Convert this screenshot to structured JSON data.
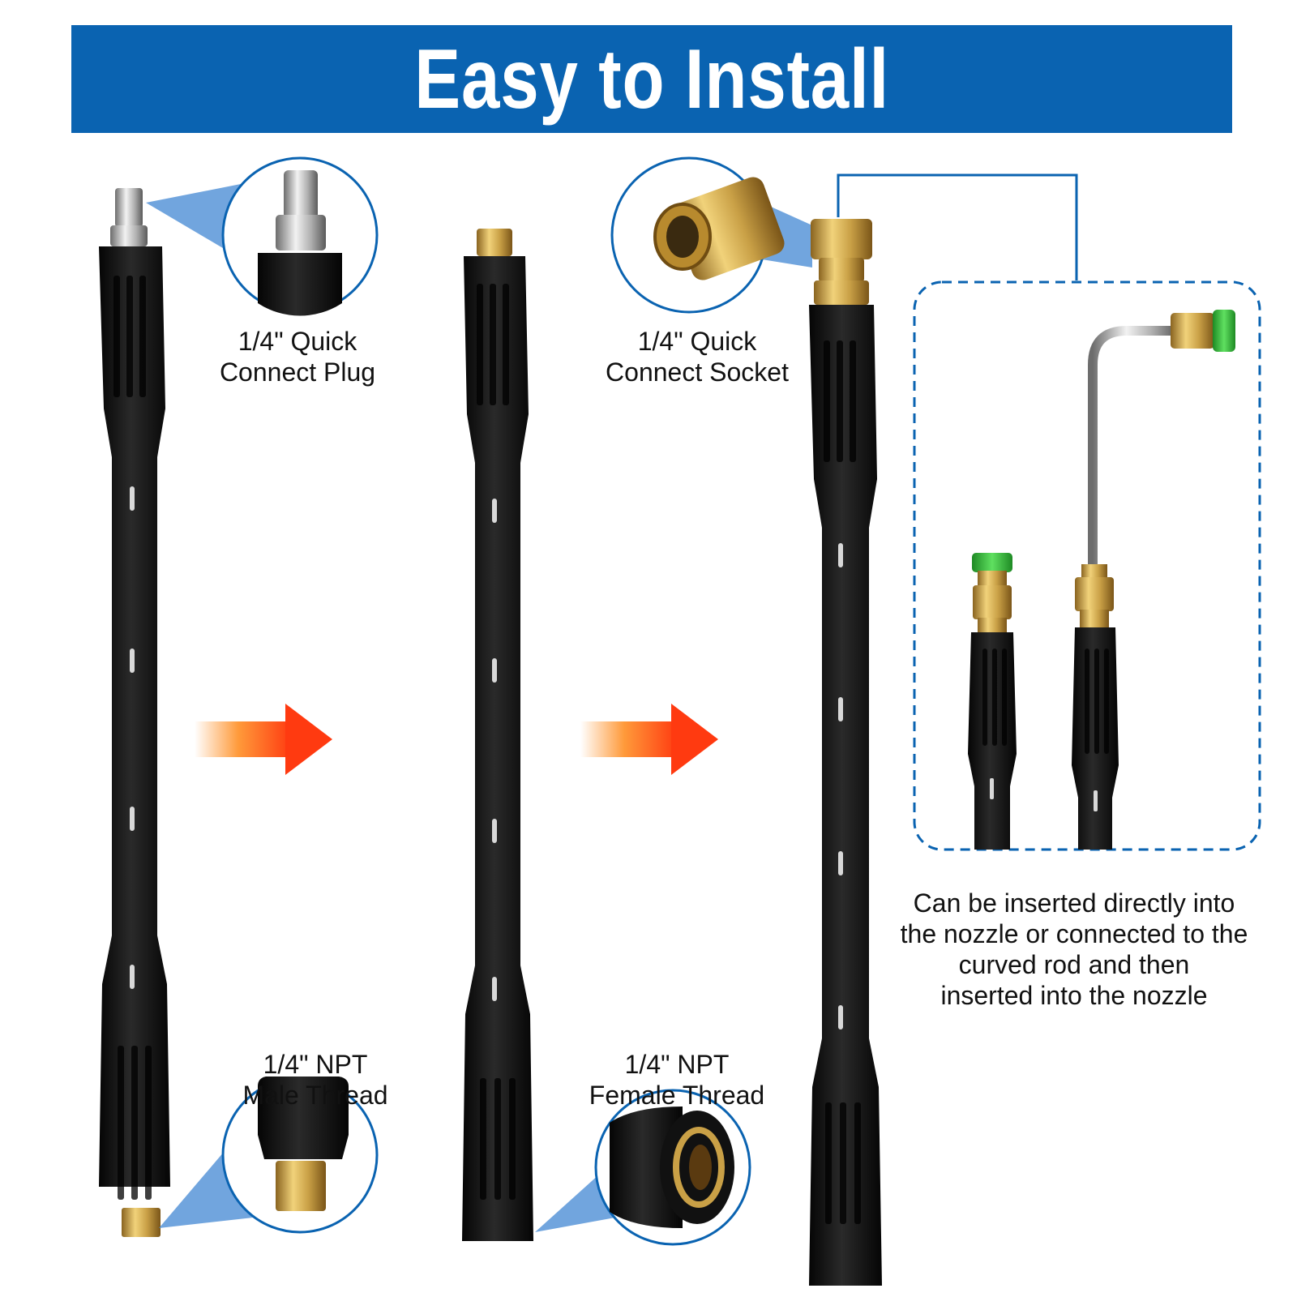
{
  "banner": {
    "title": "Easy to Install",
    "color": "#0a63b1"
  },
  "callouts": {
    "quick_connect_plug": {
      "line1": "1/4\" Quick",
      "line2": "Connect Plug"
    },
    "quick_connect_socket": {
      "line1": "1/4\" Quick",
      "line2": "Connect Socket"
    },
    "npt_male_thread": {
      "line1": "1/4\" NPT",
      "line2": "Male Thread"
    },
    "npt_female_thread": {
      "line1": "1/4\" NPT",
      "line2": "Female Thread"
    }
  },
  "note": {
    "line1": "Can be inserted directly into",
    "line2": "the nozzle or connected to the",
    "line3": "curved rod and then",
    "line4": "inserted into the nozzle"
  },
  "colors": {
    "accent_blue": "#0a63b1",
    "arrow_orange": "#ff4a14",
    "rod_black": "#161616",
    "brass": "#c9a046",
    "nozzle_green": "#3cc040"
  },
  "icons": [
    "right-arrow-icon",
    "right-arrow-icon"
  ]
}
